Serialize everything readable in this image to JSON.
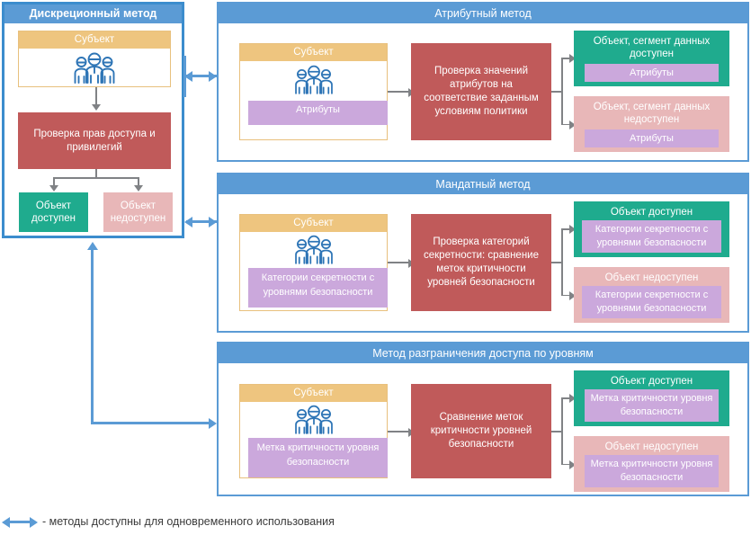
{
  "diagram": {
    "colors": {
      "panel_blue": "#5b9bd5",
      "subject_amber": "#eec57f",
      "process_red": "#c05a5a",
      "granted_teal": "#1fab8e",
      "denied_pink": "#e8b7b8",
      "tag_purple": "#cba8dc",
      "connector_grey": "#808285"
    },
    "icons": {
      "people": "people-group-icon",
      "arrow_down": "arrow-down-icon",
      "arrow_right": "arrow-right-icon",
      "double_arrow": "double-arrow-icon"
    },
    "discretionary": {
      "title": "Дискреционный метод",
      "subject_label": "Субъект",
      "process_label": "Проверка прав доступа и привилегий",
      "granted_label": "Объект доступен",
      "denied_label": "Объект недоступен"
    },
    "attribute": {
      "title": "Атрибутный метод",
      "subject_label": "Субъект",
      "subject_tag": "Атрибуты",
      "process_label": "Проверка значений атрибутов на соответствие заданным условиям политики",
      "granted_label": "Объект, сегмент данных доступен",
      "granted_tag": "Атрибуты",
      "denied_label": "Объект, сегмент данных недоступен",
      "denied_tag": "Атрибуты"
    },
    "mandatory": {
      "title": "Мандатный метод",
      "subject_label": "Субъект",
      "subject_tag": "Категории секретности с уровнями безопасности",
      "process_label": "Проверка категорий секретности: сравнение меток критичности уровней безопасности",
      "granted_label": "Объект доступен",
      "granted_tag": "Категории секретности с уровнями безопасности",
      "denied_label": "Объект недоступен",
      "denied_tag": "Категории секретности с уровнями безопасности"
    },
    "level_based": {
      "title": "Метод разграничения доступа по уровням",
      "subject_label": "Субъект",
      "subject_tag": "Метка критичности уровня безопасности",
      "process_label": "Сравнение меток критичности уровней безопасности",
      "granted_label": "Объект доступен",
      "granted_tag": "Метка критичности уровня безопасности",
      "denied_label": "Объект недоступен",
      "denied_tag": "Метка критичности уровня безопасности"
    },
    "legend": {
      "text": "- методы доступны для одновременного использования"
    }
  }
}
